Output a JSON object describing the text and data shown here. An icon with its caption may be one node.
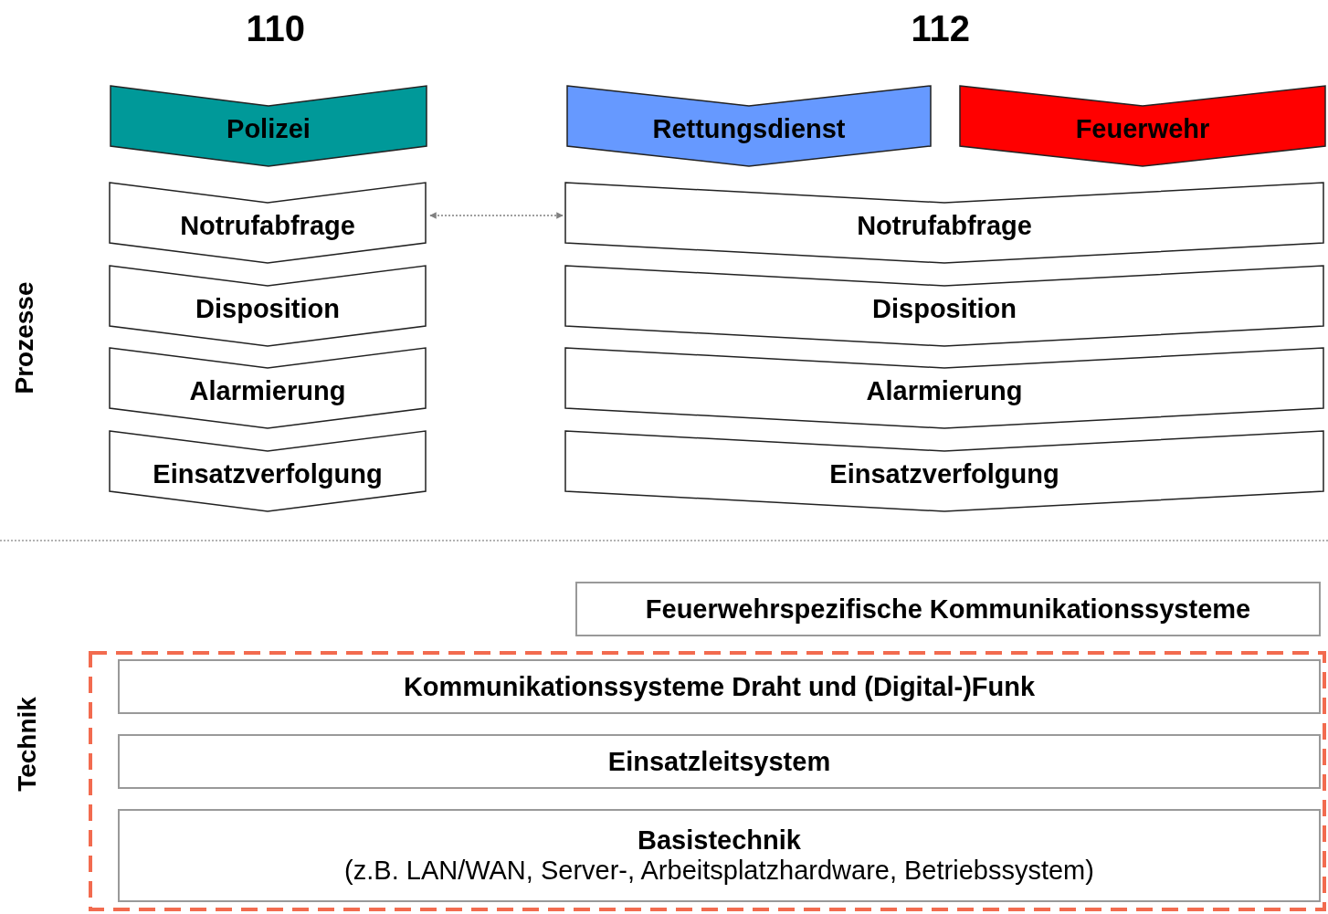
{
  "diagram": {
    "nodes": [
      {
        "text": [
          "Polizei"
        ]
      },
      {
        "text": [
          "Rettungsdienst"
        ]
      },
      {
        "text": [
          "Feuerwehr"
        ]
      },
      {
        "text": [
          "Notrufabfrage"
        ]
      },
      {
        "text": [
          "Disposition"
        ]
      },
      {
        "text": [
          "Alarmierung"
        ]
      },
      {
        "text": [
          "Einsatzverfolgung"
        ]
      },
      {
        "text": [
          "Notrufabfrage"
        ]
      },
      {
        "text": [
          "Disposition"
        ]
      },
      {
        "text": [
          "Alarmierung"
        ]
      },
      {
        "text": [
          "Einsatzverfolgung"
        ]
      },
      {
        "text": [
          "Feuerwehrspezifische Kommunikationssysteme"
        ]
      },
      {
        "text": [],
        "shape": "box"
      },
      {
        "text": [
          "Kommunikationssysteme Draht und (Digital-)Funk"
        ],
        "in": 12
      },
      {
        "text": [
          "Einsatzleitsystem"
        ],
        "in": 12
      },
      {
        "text": [
          "Basistechnik",
          "(z.B. LAN/WAN, Server-, Arbeitsplatzhardware, Betriebssystem)"
        ],
        "in": 12
      }
    ],
    "edges": [
      {
        "from": 3,
        "to": 7,
        "arrow": "both",
        "style": "dashed",
        "color": "#808080"
      }
    ],
    "labels": [
      "110",
      "112",
      "Prozesse",
      "Technik"
    ]
  }
}
